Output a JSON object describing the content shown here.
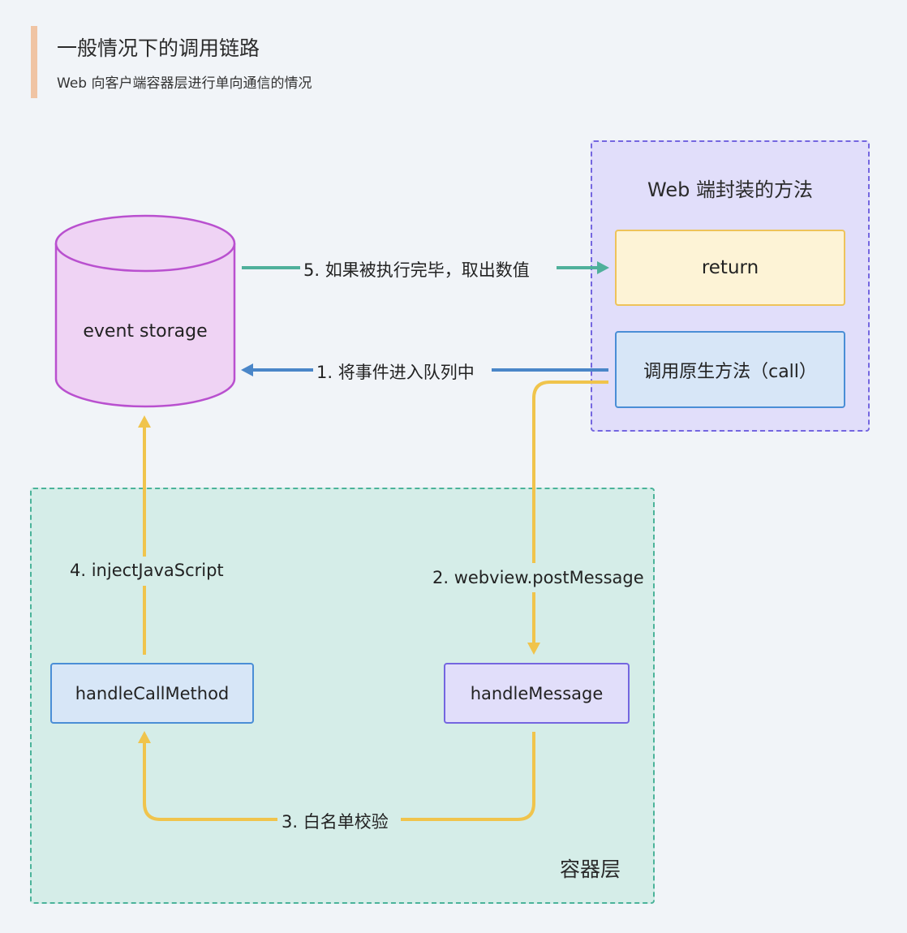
{
  "header": {
    "title": "一般情况下的调用链路",
    "subtitle": "Web 向客户端容器层进行单向通信的情况"
  },
  "groups": {
    "web": {
      "label": "Web 端封装的方法"
    },
    "container": {
      "label": "容器层"
    }
  },
  "nodes": {
    "storage": "event storage",
    "return": "return",
    "call": "调用原生方法（call）",
    "handle_call_method": "handleCallMethod",
    "handle_message": "handleMessage"
  },
  "edges": {
    "step1": "1. 将事件进入队列中",
    "step2": "2. webview.postMessage",
    "step3": "3. 白名单校验",
    "step4": "4. injectJavaScript",
    "step5": "5. 如果被执行完毕，取出数值"
  },
  "colors": {
    "green": "#4fb09b",
    "blue": "#4a86c8",
    "yellow": "#f0c44c",
    "purple": "#b950cf"
  }
}
